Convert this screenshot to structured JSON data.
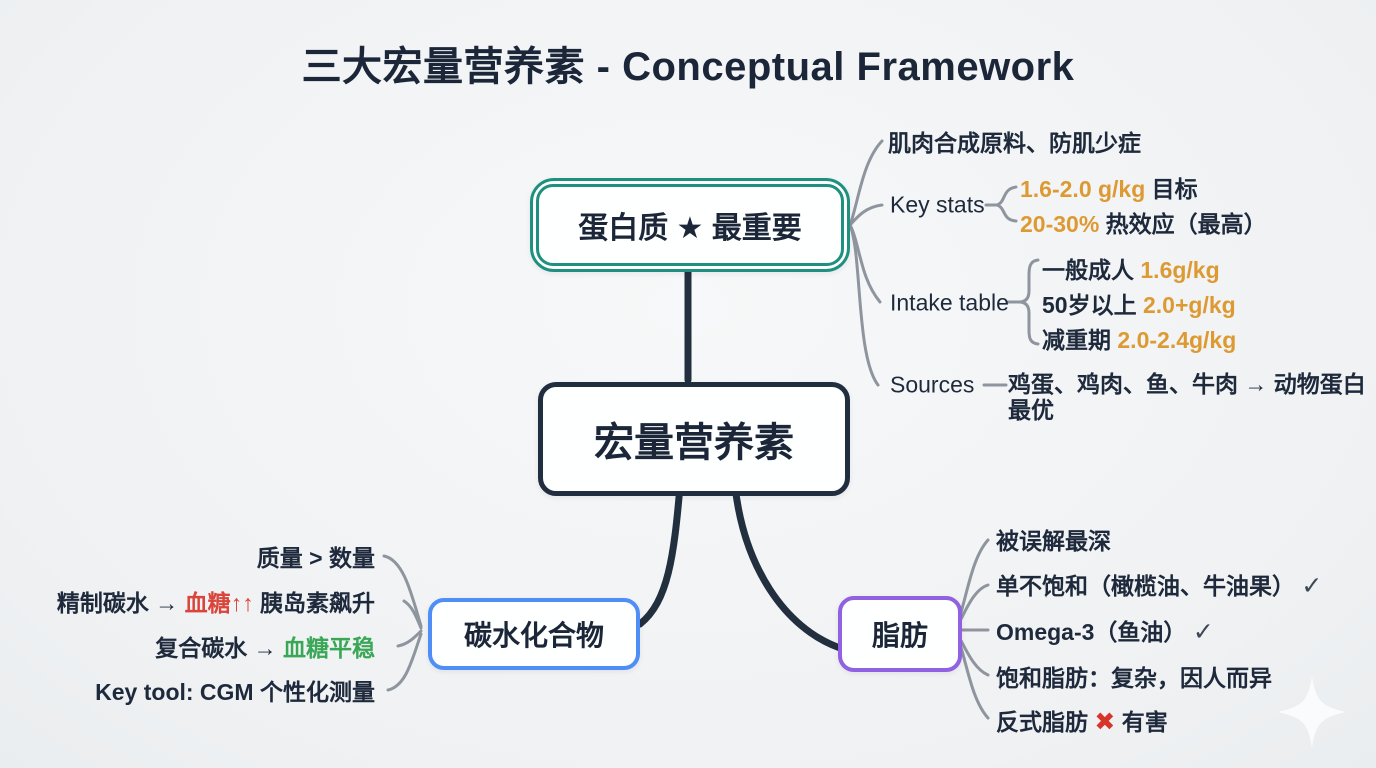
{
  "title": "三大宏量营养素 - Conceptual Framework",
  "nodes": {
    "center": "宏量营养素",
    "protein": "蛋白质 ★ 最重要",
    "carbs": "碳水化合物",
    "fat": "脂肪"
  },
  "protein_branch": {
    "muscle_note": "肌肉合成原料、防肌少症",
    "key_stats_label": "Key stats",
    "key_stats": [
      {
        "value": "1.6-2.0 g/kg",
        "label": "目标"
      },
      {
        "value": "20-30%",
        "label": "热效应（最高）"
      }
    ],
    "intake_label": "Intake table",
    "intake": [
      {
        "group": "一般成人 ",
        "value": "1.6g/kg"
      },
      {
        "group": "50岁以上 ",
        "value": "2.0+g/kg"
      },
      {
        "group": "减重期 ",
        "value": "2.0-2.4g/kg"
      }
    ],
    "sources_label": "Sources",
    "sources_text": "鸡蛋、鸡肉、鱼、牛肉 → 动物蛋白最优"
  },
  "carb_branch": {
    "quality": "质量 > 数量",
    "refined_prefix": "精制碳水 → ",
    "refined_highlight": "血糖↑↑",
    "refined_suffix": " 胰岛素飙升",
    "complex_prefix": "复合碳水 → ",
    "complex_highlight": "血糖平稳",
    "tool": "Key tool: CGM 个性化测量"
  },
  "fat_branch": {
    "misunderstood": "被误解最深",
    "mono": "单不饱和（橄榄油、牛油果）",
    "mono_check": "✓",
    "omega": "Omega-3（鱼油）",
    "omega_check": "✓",
    "saturated": "饱和脂肪：复杂，因人而异",
    "trans_prefix": "反式脂肪 ",
    "trans_cross": "✖",
    "trans_suffix": " 有害"
  },
  "colors": {
    "protein_teal": "#1f8f80",
    "carbs_blue": "#4f8df7",
    "fat_purple": "#9061e0",
    "highlight_orange": "#dd9a33",
    "highlight_red": "#d9453a",
    "highlight_green": "#3aa757",
    "ink_navy": "#1b2638",
    "connector_gray": "#8e959e"
  }
}
